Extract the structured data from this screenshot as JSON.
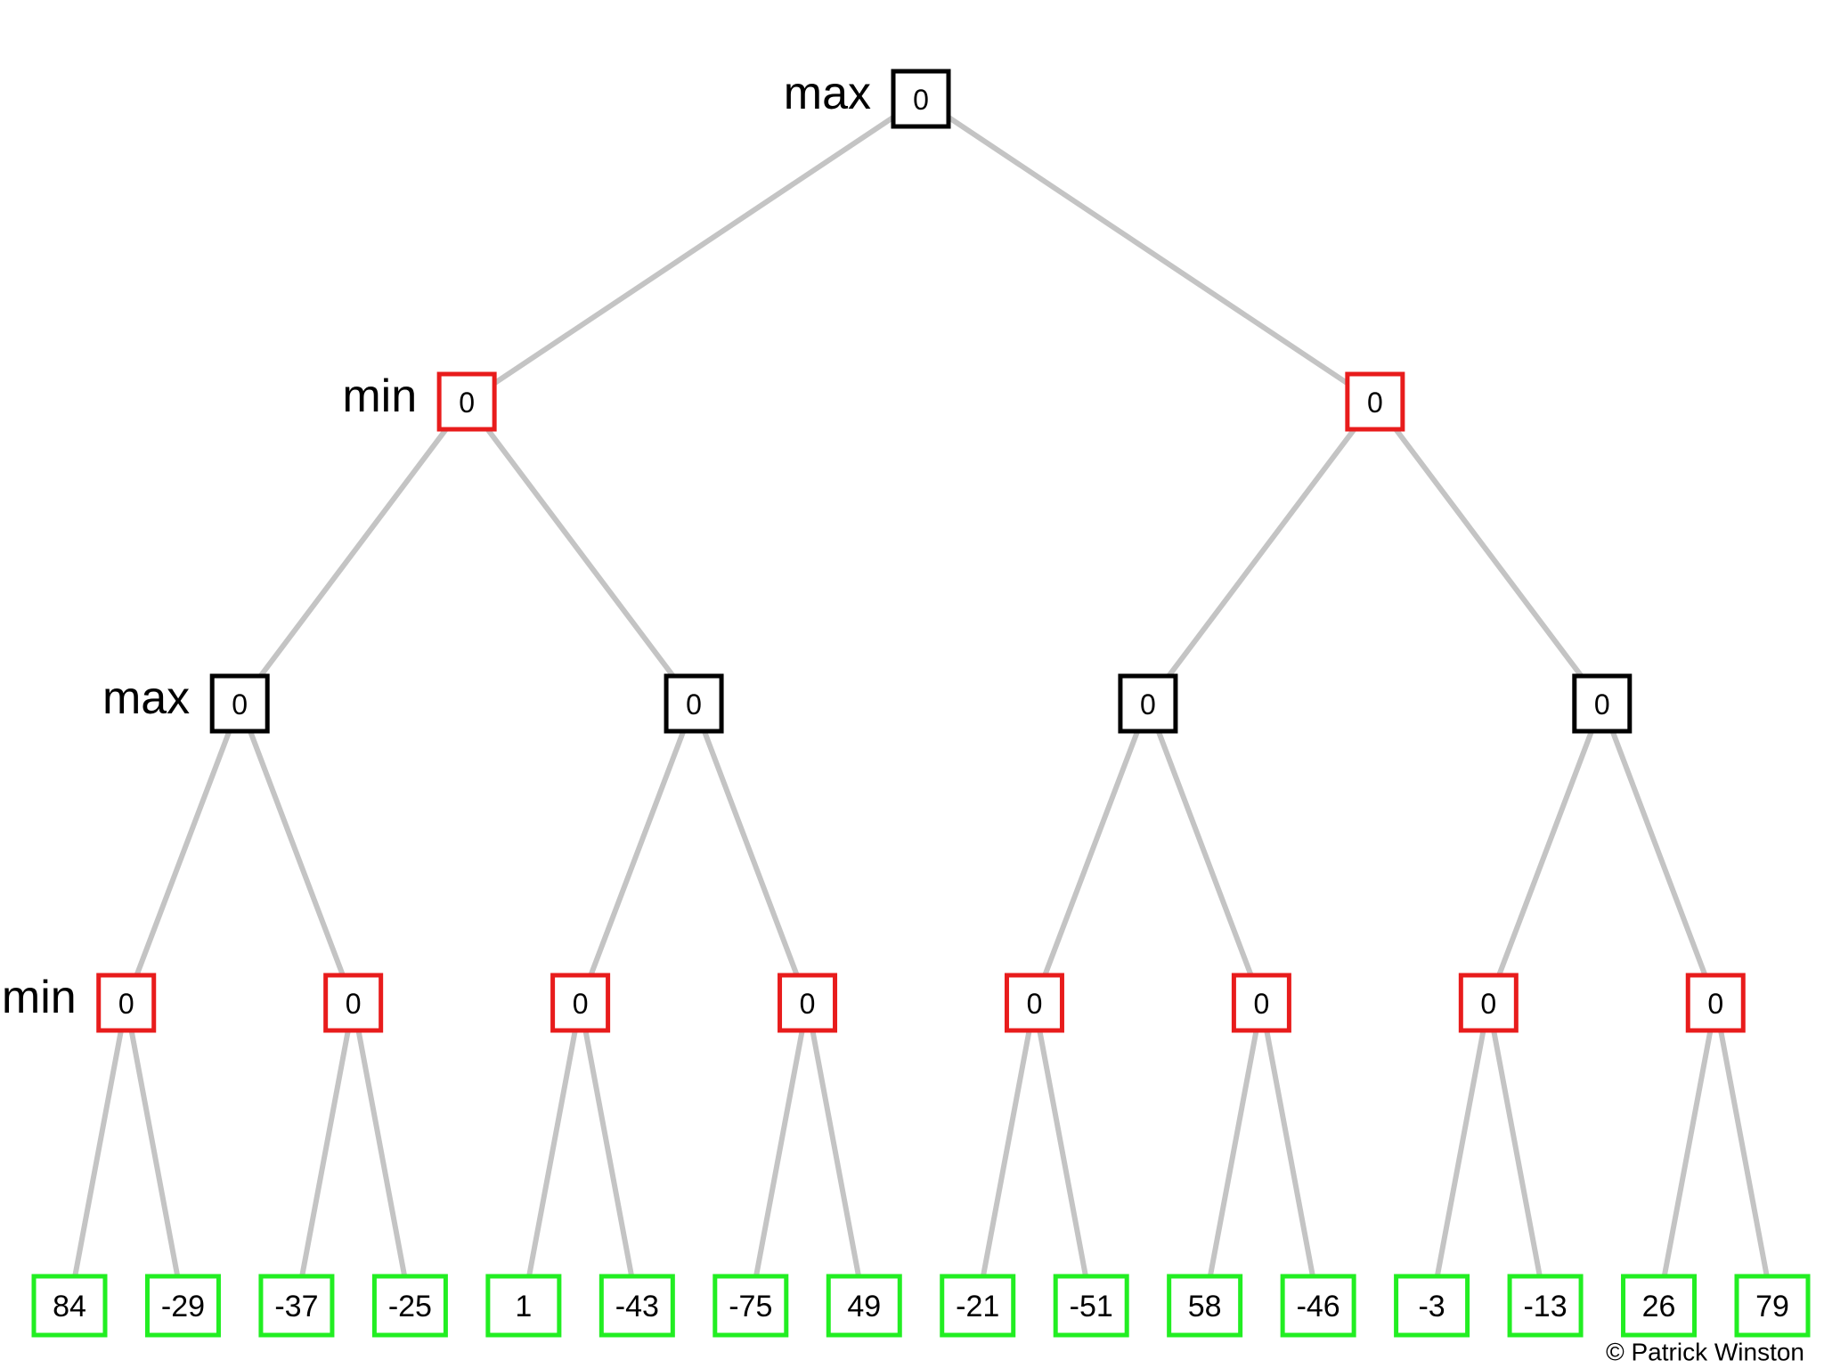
{
  "colors": {
    "max_box": "#000000",
    "min_box": "#e81c1c",
    "leaf_box": "#22ee22",
    "edge": "#c4c4c4"
  },
  "level_labels": [
    "max",
    "min",
    "max",
    "min"
  ],
  "tree": {
    "type": "max",
    "value": "0",
    "children": [
      {
        "type": "min",
        "value": "0",
        "children": [
          {
            "type": "max",
            "value": "0",
            "children": [
              {
                "type": "min",
                "value": "0",
                "children": [
                  {
                    "type": "leaf",
                    "value": "84"
                  },
                  {
                    "type": "leaf",
                    "value": "-29"
                  }
                ]
              },
              {
                "type": "min",
                "value": "0",
                "children": [
                  {
                    "type": "leaf",
                    "value": "-37"
                  },
                  {
                    "type": "leaf",
                    "value": "-25"
                  }
                ]
              }
            ]
          },
          {
            "type": "max",
            "value": "0",
            "children": [
              {
                "type": "min",
                "value": "0",
                "children": [
                  {
                    "type": "leaf",
                    "value": "1"
                  },
                  {
                    "type": "leaf",
                    "value": "-43"
                  }
                ]
              },
              {
                "type": "min",
                "value": "0",
                "children": [
                  {
                    "type": "leaf",
                    "value": "-75"
                  },
                  {
                    "type": "leaf",
                    "value": "49"
                  }
                ]
              }
            ]
          }
        ]
      },
      {
        "type": "min",
        "value": "0",
        "children": [
          {
            "type": "max",
            "value": "0",
            "children": [
              {
                "type": "min",
                "value": "0",
                "children": [
                  {
                    "type": "leaf",
                    "value": "-21"
                  },
                  {
                    "type": "leaf",
                    "value": "-51"
                  }
                ]
              },
              {
                "type": "min",
                "value": "0",
                "children": [
                  {
                    "type": "leaf",
                    "value": "58"
                  },
                  {
                    "type": "leaf",
                    "value": "-46"
                  }
                ]
              }
            ]
          },
          {
            "type": "max",
            "value": "0",
            "children": [
              {
                "type": "min",
                "value": "0",
                "children": [
                  {
                    "type": "leaf",
                    "value": "-3"
                  },
                  {
                    "type": "leaf",
                    "value": "-13"
                  }
                ]
              },
              {
                "type": "min",
                "value": "0",
                "children": [
                  {
                    "type": "leaf",
                    "value": "26"
                  },
                  {
                    "type": "leaf",
                    "value": "79"
                  }
                ]
              }
            ]
          }
        ]
      }
    ]
  },
  "credit": "© Patrick Winston"
}
